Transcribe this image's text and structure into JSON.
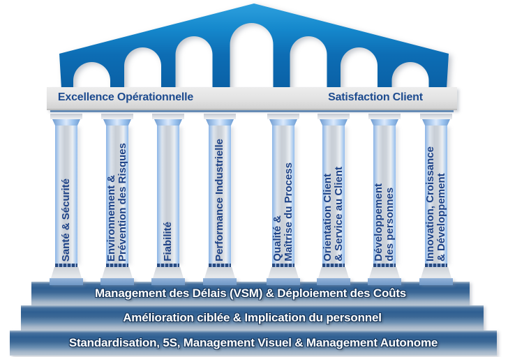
{
  "diagram": {
    "kind": "temple-of-operational-excellence",
    "entablature": {
      "left_label": "Excellence Opérationnelle",
      "right_label": "Satisfaction Client"
    },
    "pillars": [
      {
        "label": "Santé & Sécurité"
      },
      {
        "label": "Environnement &\nPrévention des Risques"
      },
      {
        "label": "Fiabilité"
      },
      {
        "label": "Performance Industrielle"
      },
      {
        "label": "Qualité &\nMaîtrise du Process"
      },
      {
        "label": "Orientation Client\n& Service au Client"
      },
      {
        "label": "Développement\ndes personnes"
      },
      {
        "label": "Innovation, Croissance\n& Développement"
      }
    ],
    "steps": [
      {
        "label": "Management des Délais (VSM) & Déploiement des Coûts"
      },
      {
        "label": "Amélioration ciblée & Implication du personnel"
      },
      {
        "label": "Standardisation, 5S, Management Visuel & Management Autonome"
      }
    ],
    "colors": {
      "roof_blue_top": "#2da0de",
      "roof_blue_bottom": "#0a60a5",
      "entablature_gray": "#e3e3e3",
      "beam_blue": "#5d8cc0",
      "navy_text": "#1d4b8f",
      "pillar_edge_blue": "#8ab5e8",
      "step_dark_blue": "#2f5f92",
      "step_light_blue": "#bdc9d6",
      "step_text": "#ffffff"
    }
  }
}
